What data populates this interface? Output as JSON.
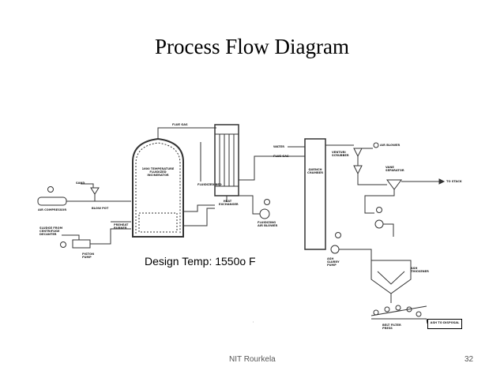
{
  "slide": {
    "title": "Process Flow Diagram",
    "design_temp": "Design Temp: 1550o F",
    "footer_center": "NIT Rourkela",
    "page_number": "32"
  },
  "diagram_labels": {
    "flue_gas_top": "FLUE GAS",
    "incinerator": "1600 TEMPERATURE FLUIDIZED INCINERATOR",
    "fluidized_bed": "FLUIDIZED BED",
    "sand": "SAND",
    "blow_pot": "BLOW POT",
    "air_compressor": "AIR COMPRESSOR",
    "sludge_from_centrifuge": "SLUDGE FROM CENTRIFUGE DECANTER",
    "piston_pump": "PISTON PUMP",
    "preheat_burner": "PREHEAT BURNER",
    "heat_exchanger": "HEAT EXCHANGER",
    "fluidizing_air_blower": "FLUIDIZING AIR BLOWER",
    "water": "WATER",
    "flue_gas_mid": "FLUE GAS",
    "quench_chamber": "QUENCH CHAMBER",
    "venturi_scrubber": "VENTURI SCRUBBER",
    "air_blower": "AIR BLOWER",
    "vane_separator": "VANE SEPARATOR",
    "to_stack": "TO STACK",
    "ash_slurry_pump": "ASH SLURRY PUMP",
    "ash_thickener": "ASH THICKENER",
    "belt_filter_press": "BELT FILTER PRESS",
    "ash_to_disposal": "ASH TO DISPOSAL"
  }
}
